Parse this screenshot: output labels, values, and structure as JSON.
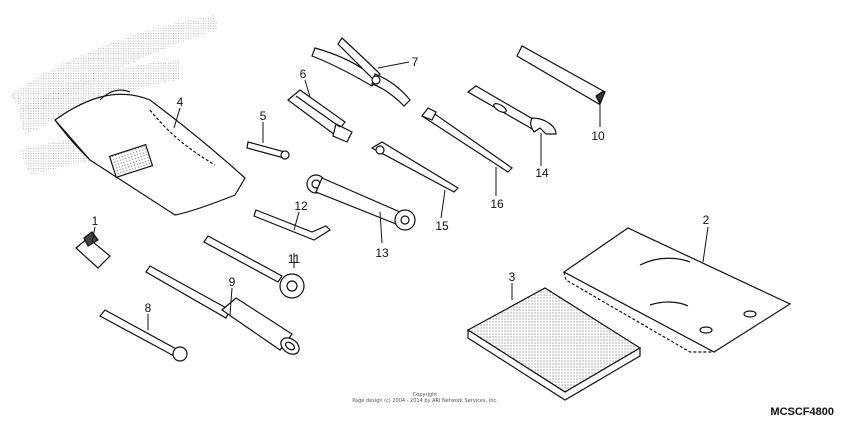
{
  "diagram": {
    "callouts": [
      "1",
      "2",
      "3",
      "4",
      "5",
      "6",
      "7",
      "8",
      "9",
      "10",
      "11",
      "12",
      "13",
      "14",
      "15",
      "16"
    ],
    "copyright_line1": "Copyright",
    "copyright_line2": "Page design (c) 2004 - 2014 by ARI Network Services, Inc.",
    "code": "MCSCF4800"
  }
}
